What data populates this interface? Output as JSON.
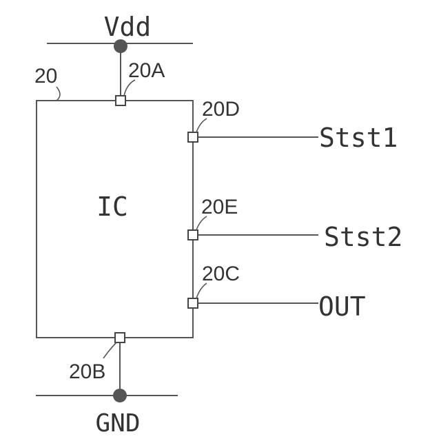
{
  "diagram": {
    "supply_label": "Vdd",
    "ground_label": "GND",
    "ic_label": "IC",
    "ic_ref": "20",
    "pins": {
      "a": "20A",
      "b": "20B",
      "c": "20C",
      "d": "20D",
      "e": "20E"
    },
    "signals": {
      "stst1": "Stst1",
      "stst2": "Stst2",
      "out": "OUT"
    },
    "colors": {
      "line": "#555555",
      "text": "#333333",
      "background": "#ffffff"
    }
  }
}
